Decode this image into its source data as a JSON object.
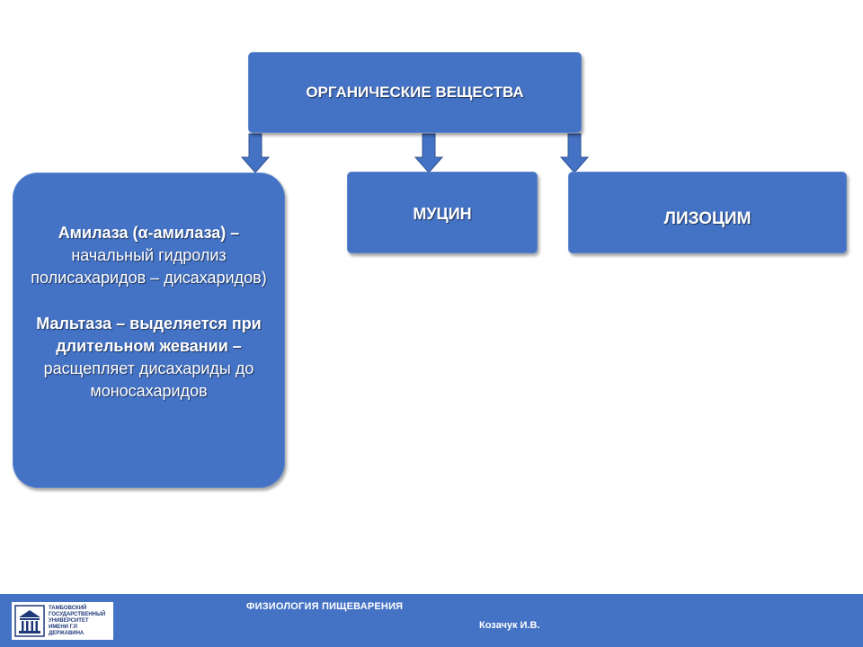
{
  "diagram": {
    "title": "ОРГАНИЧЕСКИЕ ВЕЩЕСТВА",
    "mucin": "МУЦИН",
    "lysozyme": "ЛИЗОЦИМ",
    "enzymes": {
      "amylase_name": "Амилаза (α-амилаза) –",
      "amylase_desc": "начальный гидролиз полисахаридов – дисахаридов)",
      "maltase_name": "Мальтаза – выделяется при длительном жевании –",
      "maltase_desc": "расщепляет дисахариды до моносахаридов"
    },
    "colors": {
      "box_fill": "#4472c4",
      "box_text": "#ffffff"
    }
  },
  "footer": {
    "course": "ФИЗИОЛОГИЯ ПИЩЕВАРЕНИЯ",
    "author": "Козачук И.В.",
    "logo_lines": [
      "Тамбовский",
      "государственный",
      "университет",
      "имени Г.Р. Державина"
    ]
  }
}
